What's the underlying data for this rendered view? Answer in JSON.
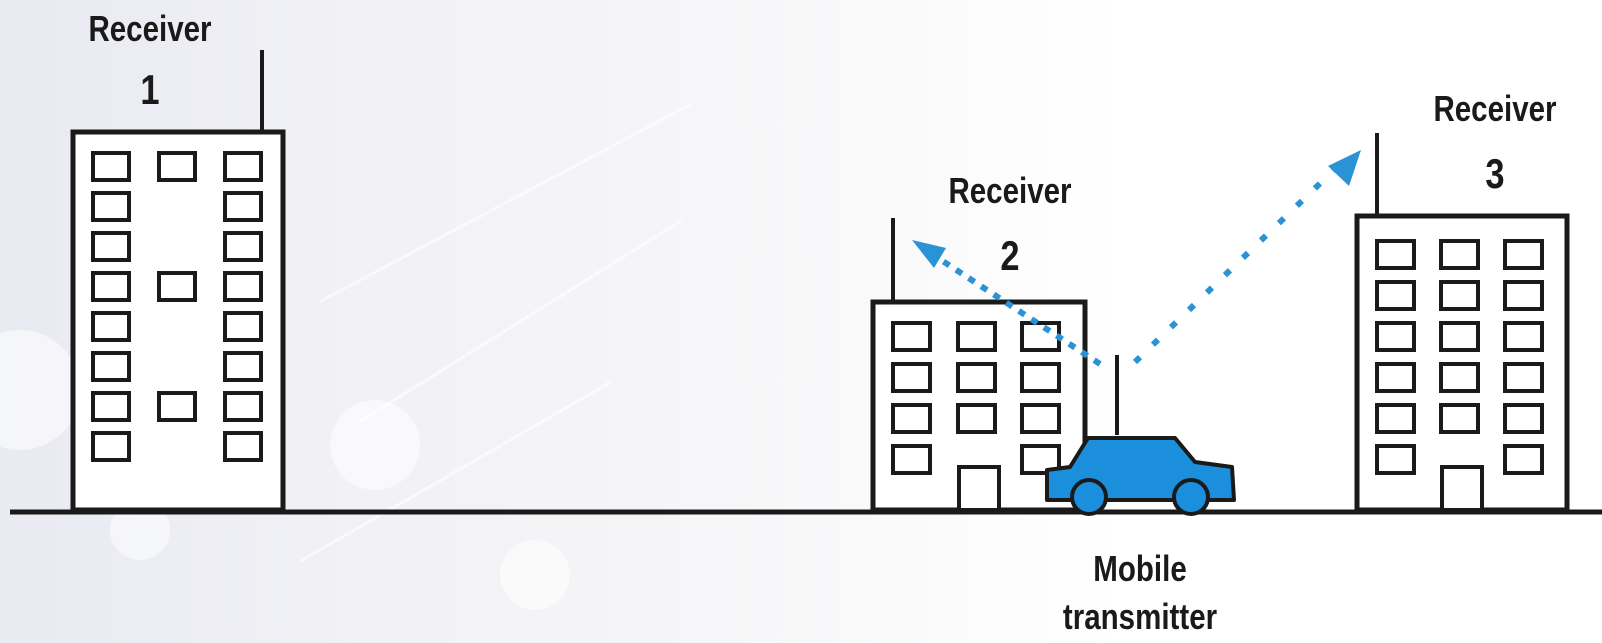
{
  "receivers": [
    {
      "id": 1,
      "title": "Receiver",
      "number": "1"
    },
    {
      "id": 2,
      "title": "Receiver",
      "number": "2"
    },
    {
      "id": 3,
      "title": "Receiver",
      "number": "3"
    }
  ],
  "transmitter": {
    "line1": "Mobile",
    "line2": "transmitter"
  },
  "colors": {
    "car": "#1b8fdc",
    "signal": "#2a93d5",
    "outline": "#1a1a1a",
    "building": "#ffffff"
  }
}
